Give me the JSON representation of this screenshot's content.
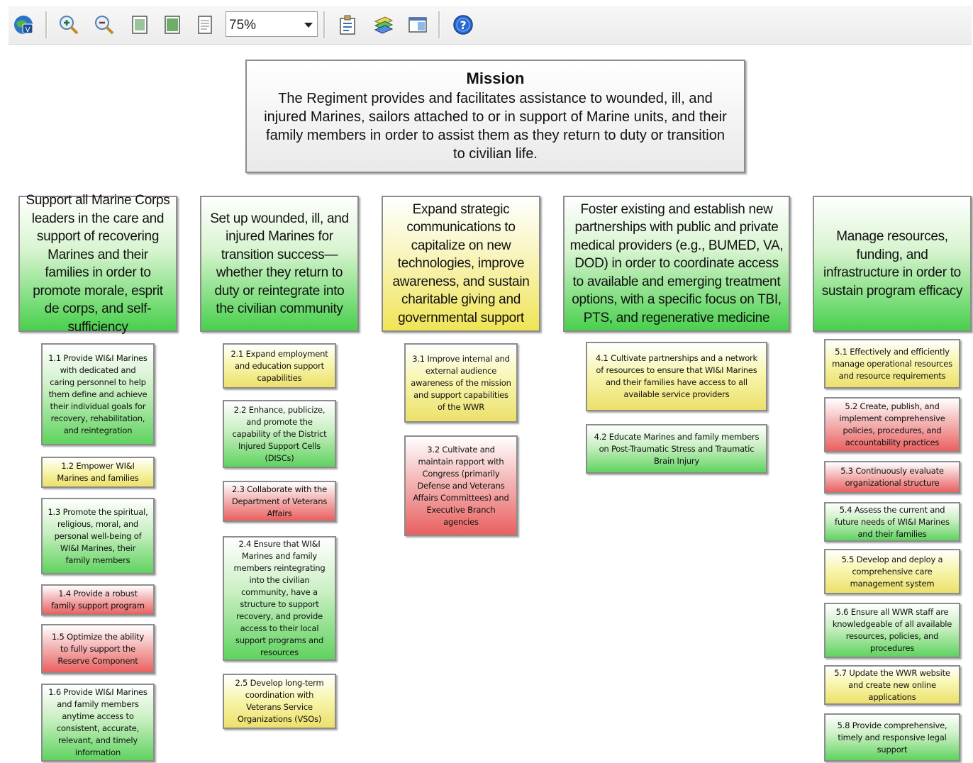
{
  "toolbar": {
    "icons": [
      "visio-globe-icon",
      "zoom-in-icon",
      "zoom-out-icon",
      "fit-page-icon",
      "fit-width-icon",
      "actual-size-icon",
      "properties-icon",
      "layers-icon",
      "pan-zoom-window-icon",
      "help-icon"
    ],
    "zoom_value": "75%"
  },
  "mission": {
    "title": "Mission",
    "text": "The Regiment provides and facilitates assistance to wounded, ill, and injured Marines, sailors attached to or in support of Marine units, and their family members in order to assist them as they return to duty or transition to civilian life."
  },
  "goals": [
    {
      "text": "Support all Marine Corps leaders in the care and support of recovering Marines and their families in order to promote morale, esprit de corps, and self-sufficiency",
      "color": "green"
    },
    {
      "text": "Set up wounded, ill, and injured Marines for transition success—whether they return to duty or reintegrate into the civilian community",
      "color": "green"
    },
    {
      "text": "Expand strategic communications to capitalize on new technologies, improve awareness, and sustain charitable giving and governmental support",
      "color": "yellow"
    },
    {
      "text": "Foster existing and establish new partnerships with public and private medical providers (e.g., BUMED, VA, DOD) in order to coordinate access to available and emerging treatment options, with a specific focus on TBI, PTS, and regenerative medicine",
      "color": "green"
    },
    {
      "text": "Manage resources, funding, and infrastructure in order to sustain program efficacy",
      "color": "green"
    }
  ],
  "tasks": {
    "col1": [
      {
        "text": "1.1 Provide WI&I Marines with dedicated and caring personnel to help them define and achieve their individual goals for recovery, rehabilitation, and reintegration",
        "color": "green"
      },
      {
        "text": "1.2 Empower WI&I Marines and families",
        "color": "yellow"
      },
      {
        "text": "1.3 Promote the spiritual, religious, moral, and personal well-being of WI&I Marines, their family members",
        "color": "green"
      },
      {
        "text": "1.4 Provide a robust family support program",
        "color": "red"
      },
      {
        "text": "1.5 Optimize the ability to fully support the Reserve Component",
        "color": "red"
      },
      {
        "text": "1.6 Provide WI&I Marines and family members anytime access to consistent, accurate, relevant, and timely information",
        "color": "green"
      }
    ],
    "col2": [
      {
        "text": "2.1 Expand employment and education support capabilities",
        "color": "yellow"
      },
      {
        "text": "2.2 Enhance, publicize, and promote the capability of the District Injured Support Cells (DISCs)",
        "color": "green"
      },
      {
        "text": "2.3 Collaborate with the Department of Veterans Affairs",
        "color": "red"
      },
      {
        "text": "2.4 Ensure that WI&I Marines and family members reintegrating into the civilian community, have a structure to support recovery, and provide access to their local support programs and resources",
        "color": "green"
      },
      {
        "text": "2.5 Develop long-term coordination with Veterans Service Organizations (VSOs)",
        "color": "yellow"
      }
    ],
    "col3": [
      {
        "text": "3.1 Improve internal and external audience awareness of the mission and support capabilities of the WWR",
        "color": "yellow"
      },
      {
        "text": "3.2 Cultivate and maintain rapport with Congress (primarily Defense and Veterans Affairs Committees) and Executive Branch agencies",
        "color": "red"
      }
    ],
    "col4": [
      {
        "text": "4.1 Cultivate partnerships and a network of resources to ensure that WI&I Marines and their families have access to all available service providers",
        "color": "yellow"
      },
      {
        "text": "4.2 Educate Marines and family members on Post-Traumatic Stress and Traumatic Brain Injury",
        "color": "green"
      }
    ],
    "col5": [
      {
        "text": "5.1 Effectively and efficiently manage operational resources and resource requirements",
        "color": "yellow"
      },
      {
        "text": "5.2 Create, publish, and implement comprehensive policies, procedures, and accountability practices",
        "color": "red"
      },
      {
        "text": "5.3 Continuously evaluate organizational structure",
        "color": "red"
      },
      {
        "text": "5.4 Assess the current and future needs of WI&I Marines and their families",
        "color": "green"
      },
      {
        "text": "5.5 Develop and deploy a comprehensive care management system",
        "color": "yellow"
      },
      {
        "text": "5.6 Ensure all WWR staff are knowledgeable of all available resources, policies, and procedures",
        "color": "green"
      },
      {
        "text": "5.7 Update the WWR website and create new online applications",
        "color": "yellow"
      },
      {
        "text": "5.8 Provide comprehensive, timely and responsive legal support",
        "color": "green"
      }
    ]
  }
}
